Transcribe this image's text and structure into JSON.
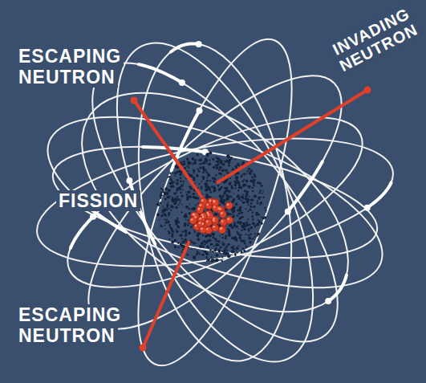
{
  "diagram": {
    "labels": [
      "ESCAPING NEUTRON",
      "INVADING NEUTRON",
      "FISSION",
      "ESCAPING NEUTRON"
    ]
  }
}
